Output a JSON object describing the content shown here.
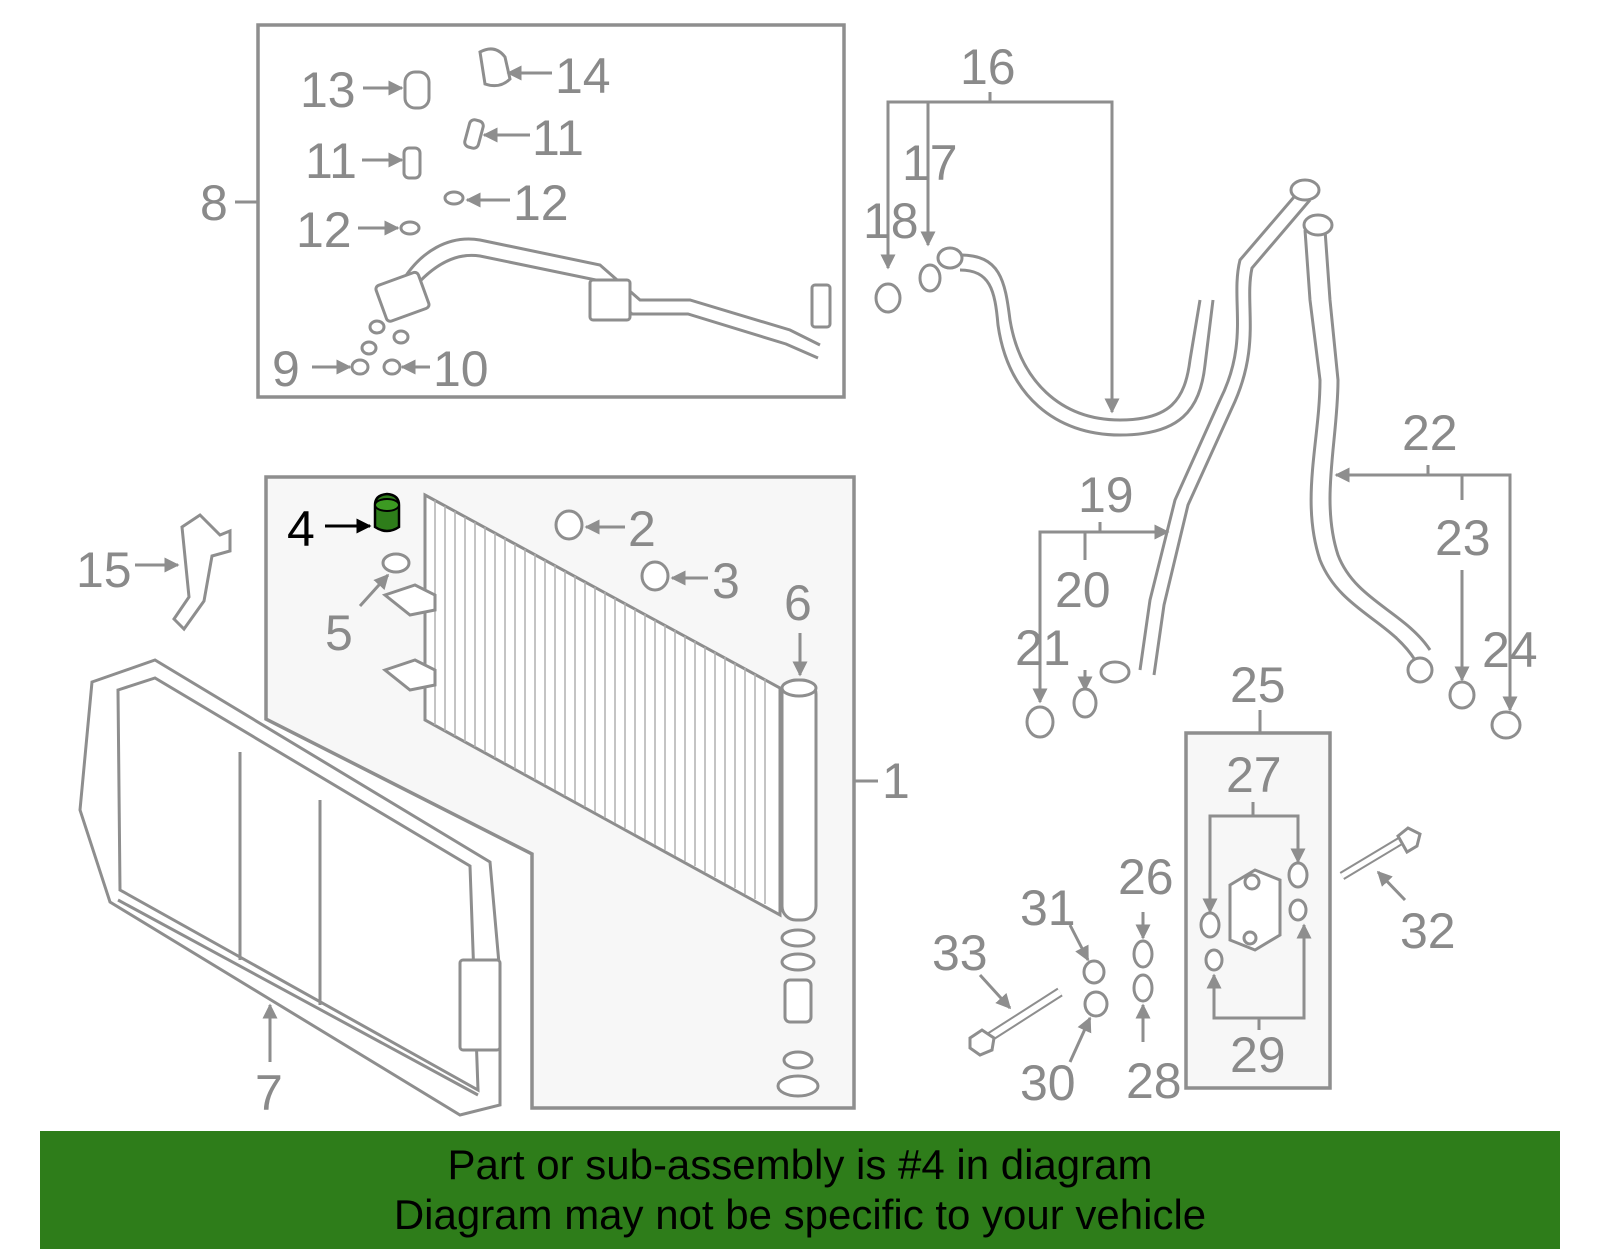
{
  "colors": {
    "line": "#8e8e8e",
    "label": "#8a8a8a",
    "highlight": "#2e7d1a",
    "banner": "#2e7d1a",
    "box_fill": "#f7f7f7"
  },
  "callouts": {
    "c1": "1",
    "c2": "2",
    "c3": "3",
    "c4": "4",
    "c5": "5",
    "c6": "6",
    "c7": "7",
    "c8": "8",
    "c9": "9",
    "c10": "10",
    "c11a": "11",
    "c11b": "11",
    "c12a": "12",
    "c12b": "12",
    "c13": "13",
    "c14": "14",
    "c15": "15",
    "c16": "16",
    "c17": "17",
    "c18": "18",
    "c19": "19",
    "c20": "20",
    "c21": "21",
    "c22": "22",
    "c23": "23",
    "c24": "24",
    "c25": "25",
    "c26": "26",
    "c27": "27",
    "c28": "28",
    "c29": "29",
    "c30": "30",
    "c31": "31",
    "c32": "32",
    "c33": "33"
  },
  "highlighted_part": "4",
  "banner": {
    "line1": "Part or sub-assembly is #4 in diagram",
    "line2": "Diagram may not be specific to your vehicle"
  }
}
